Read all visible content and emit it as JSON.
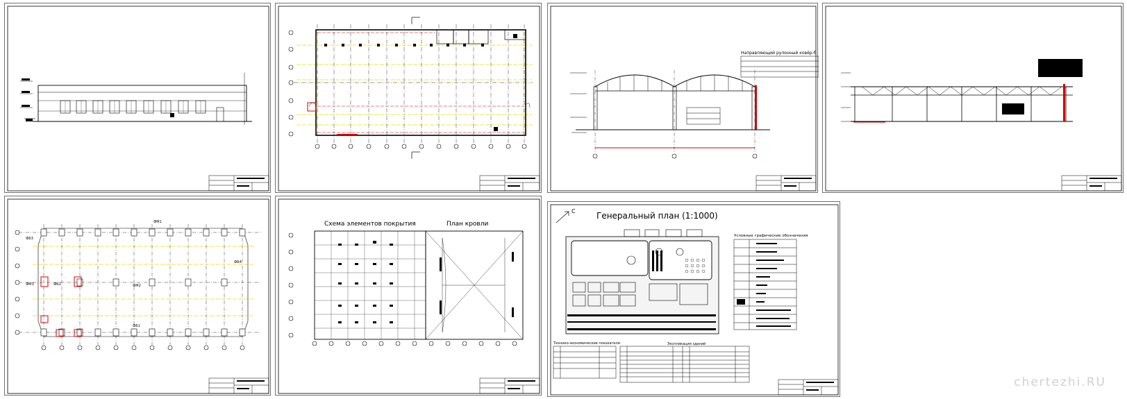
{
  "sheets": {
    "sections_title": "Схема элементов покрытия",
    "roof_plan_title": "План кровли",
    "site_plan_title": "Генеральный план (1:1000)",
    "north_label": "С",
    "legend_title": "Условные графические обозначения",
    "tep_title": "Технико-экономические показатели",
    "explication_title": "Экспликация зданий",
    "roof_note_title": "Направляющий рулонный ковёр-б",
    "axis_labels": [
      "ФБ1",
      "ФБ2",
      "ФБ3",
      "ФБ4",
      "ФМ1",
      "ФМ2",
      "ФМ3"
    ]
  },
  "watermark": "chertezhi.RU",
  "colors": {
    "line": "#000000",
    "frame": "#707070",
    "yellow": "#e8e000",
    "red": "#d40000"
  }
}
